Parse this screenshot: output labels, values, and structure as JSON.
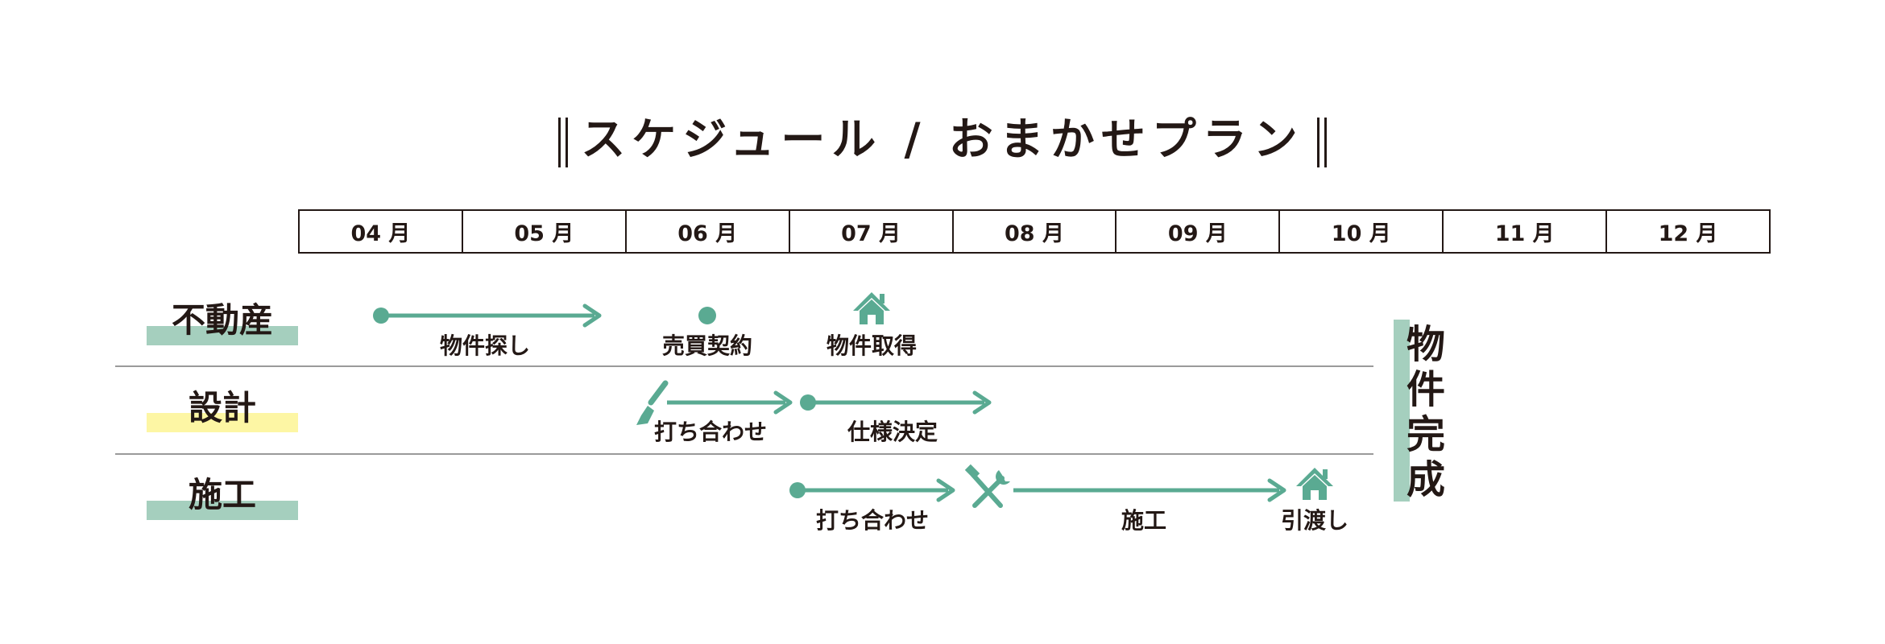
{
  "title": "スケジュール / おまかせプラン",
  "months": [
    "04 月",
    "05 月",
    "06 月",
    "07 月",
    "08 月",
    "09 月",
    "10 月",
    "11 月",
    "12 月"
  ],
  "categories": [
    {
      "label": "不動産",
      "color": "#a5cfbe"
    },
    {
      "label": "設計",
      "color": "#fdf6a4"
    },
    {
      "label": "施工",
      "color": "#a5cfbe"
    }
  ],
  "events": {
    "realestate": {
      "search": "物件探し",
      "contract": "売買契約",
      "acquire": "物件取得"
    },
    "design": {
      "meeting": "打ち合わせ",
      "spec": "仕様決定"
    },
    "construction": {
      "meeting": "打ち合わせ",
      "build": "施工",
      "handover": "引渡し"
    }
  },
  "completion": [
    "物",
    "件",
    "完",
    "成"
  ],
  "colors": {
    "accent": "#5aaa92",
    "text": "#231815",
    "divider": "#9a9a9a"
  },
  "icons": {
    "house": "house-icon",
    "brush": "paintbrush-icon",
    "tools": "hammer-wrench-icon"
  }
}
